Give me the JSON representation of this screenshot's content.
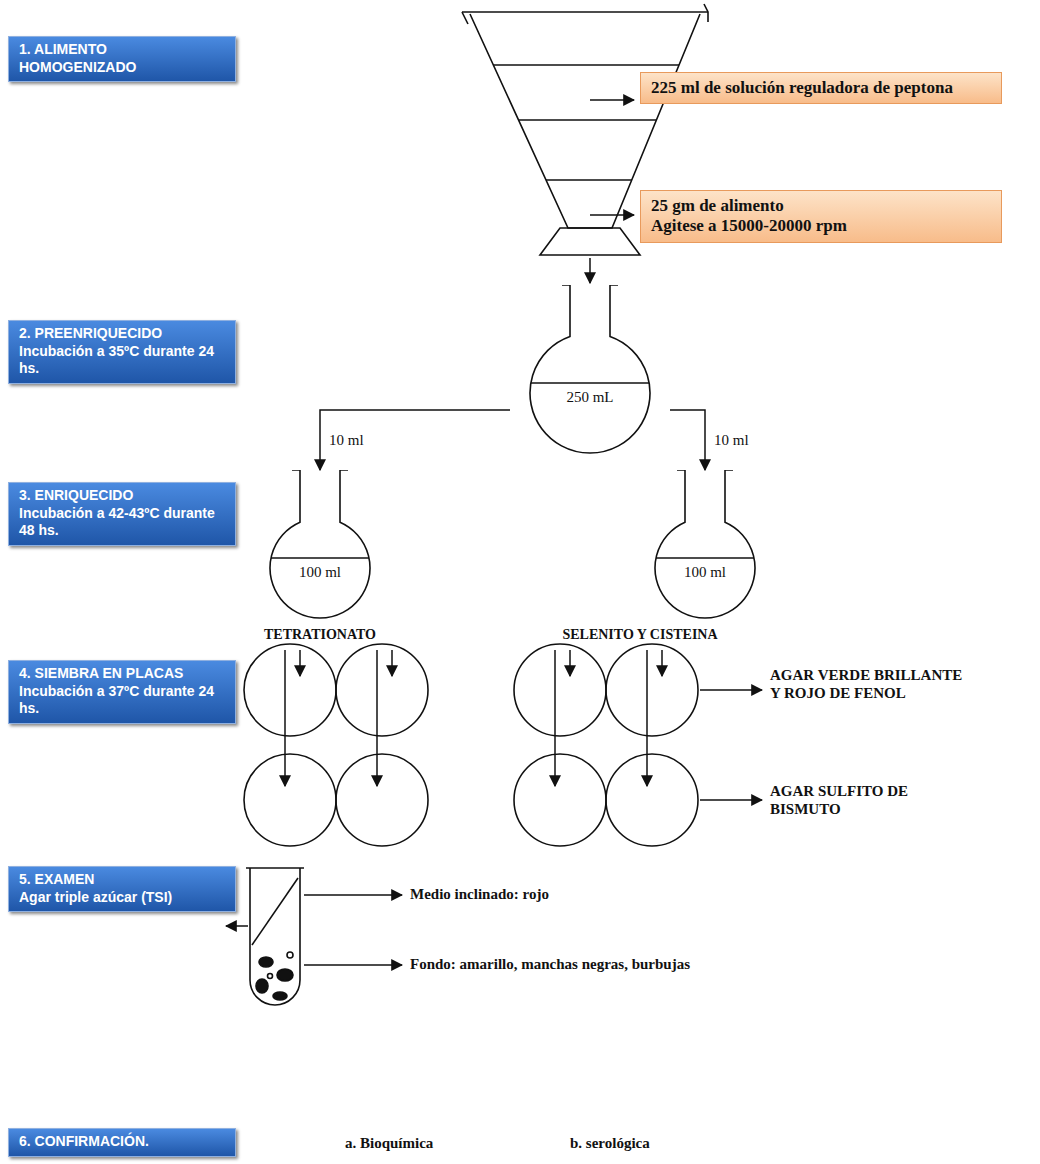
{
  "diagram": {
    "nodes": [
      {
        "text": [
          "1. ALIMENTO HOMOGENIZADO"
        ]
      },
      {
        "text": [
          "225 ml de solución reguladora de peptona"
        ]
      },
      {
        "text": [
          "25 gm de alimento",
          "Agitese a 15000-20000 rpm"
        ]
      },
      {
        "text": [
          "2. PREENRIQUECIDO",
          "Incubación a 35ºC durante 24 hs."
        ]
      },
      {
        "text": [
          "250 mL"
        ]
      },
      {
        "text": [
          "3. ENRIQUECIDO",
          "Incubación a 42-43ºC durante 48 hs."
        ]
      },
      {
        "text": [
          "100 ml"
        ]
      },
      {
        "text": [
          "100 ml"
        ]
      },
      {
        "text": [
          "4. SIEMBRA EN PLACAS",
          "Incubación a 37ºC durante 24 hs."
        ]
      },
      {
        "text": [
          "5. EXAMEN",
          "Agar triple azúcar (TSI)"
        ]
      },
      {
        "text": [
          "6. CONFIRMACIÓN."
        ]
      }
    ],
    "edges": [
      {
        "from": 4,
        "to": 6,
        "label": "10 ml",
        "arrow": "to"
      },
      {
        "from": 4,
        "to": 7,
        "label": "10 ml",
        "arrow": "to"
      }
    ],
    "labels": [
      "TETRATIONATO",
      "SELENITO Y CISTEINA",
      "AGAR VERDE BRILLANTE Y ROJO DE FENOL",
      "AGAR SULFITO DE BISMUTO",
      "Medio inclinado: rojo",
      "Fondo: amarillo, manchas negras, burbujas",
      "a. Bioquímica",
      "b. serológica"
    ]
  }
}
